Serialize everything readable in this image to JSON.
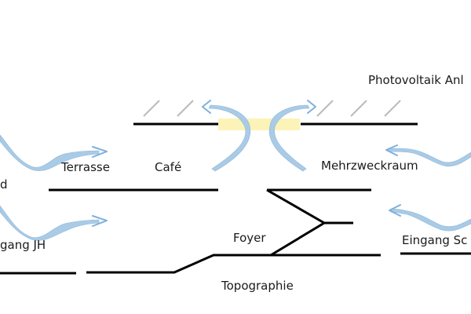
{
  "labels": {
    "photovoltaik": "Photovoltaik Anl",
    "terrasse": "Terrasse",
    "cafe": "Café",
    "mehrzweckraum": "Mehrzweckraum",
    "left_top": "d",
    "left_bottom": "gang JH",
    "foyer": "Foyer",
    "eingang_so": "Eingang Sc",
    "topographie": "Topographie"
  },
  "colors": {
    "wall": "#000000",
    "pv_panels": "#bdbdbd",
    "airflow": "#a9cbe6",
    "skylight": "#fbf3b8"
  }
}
